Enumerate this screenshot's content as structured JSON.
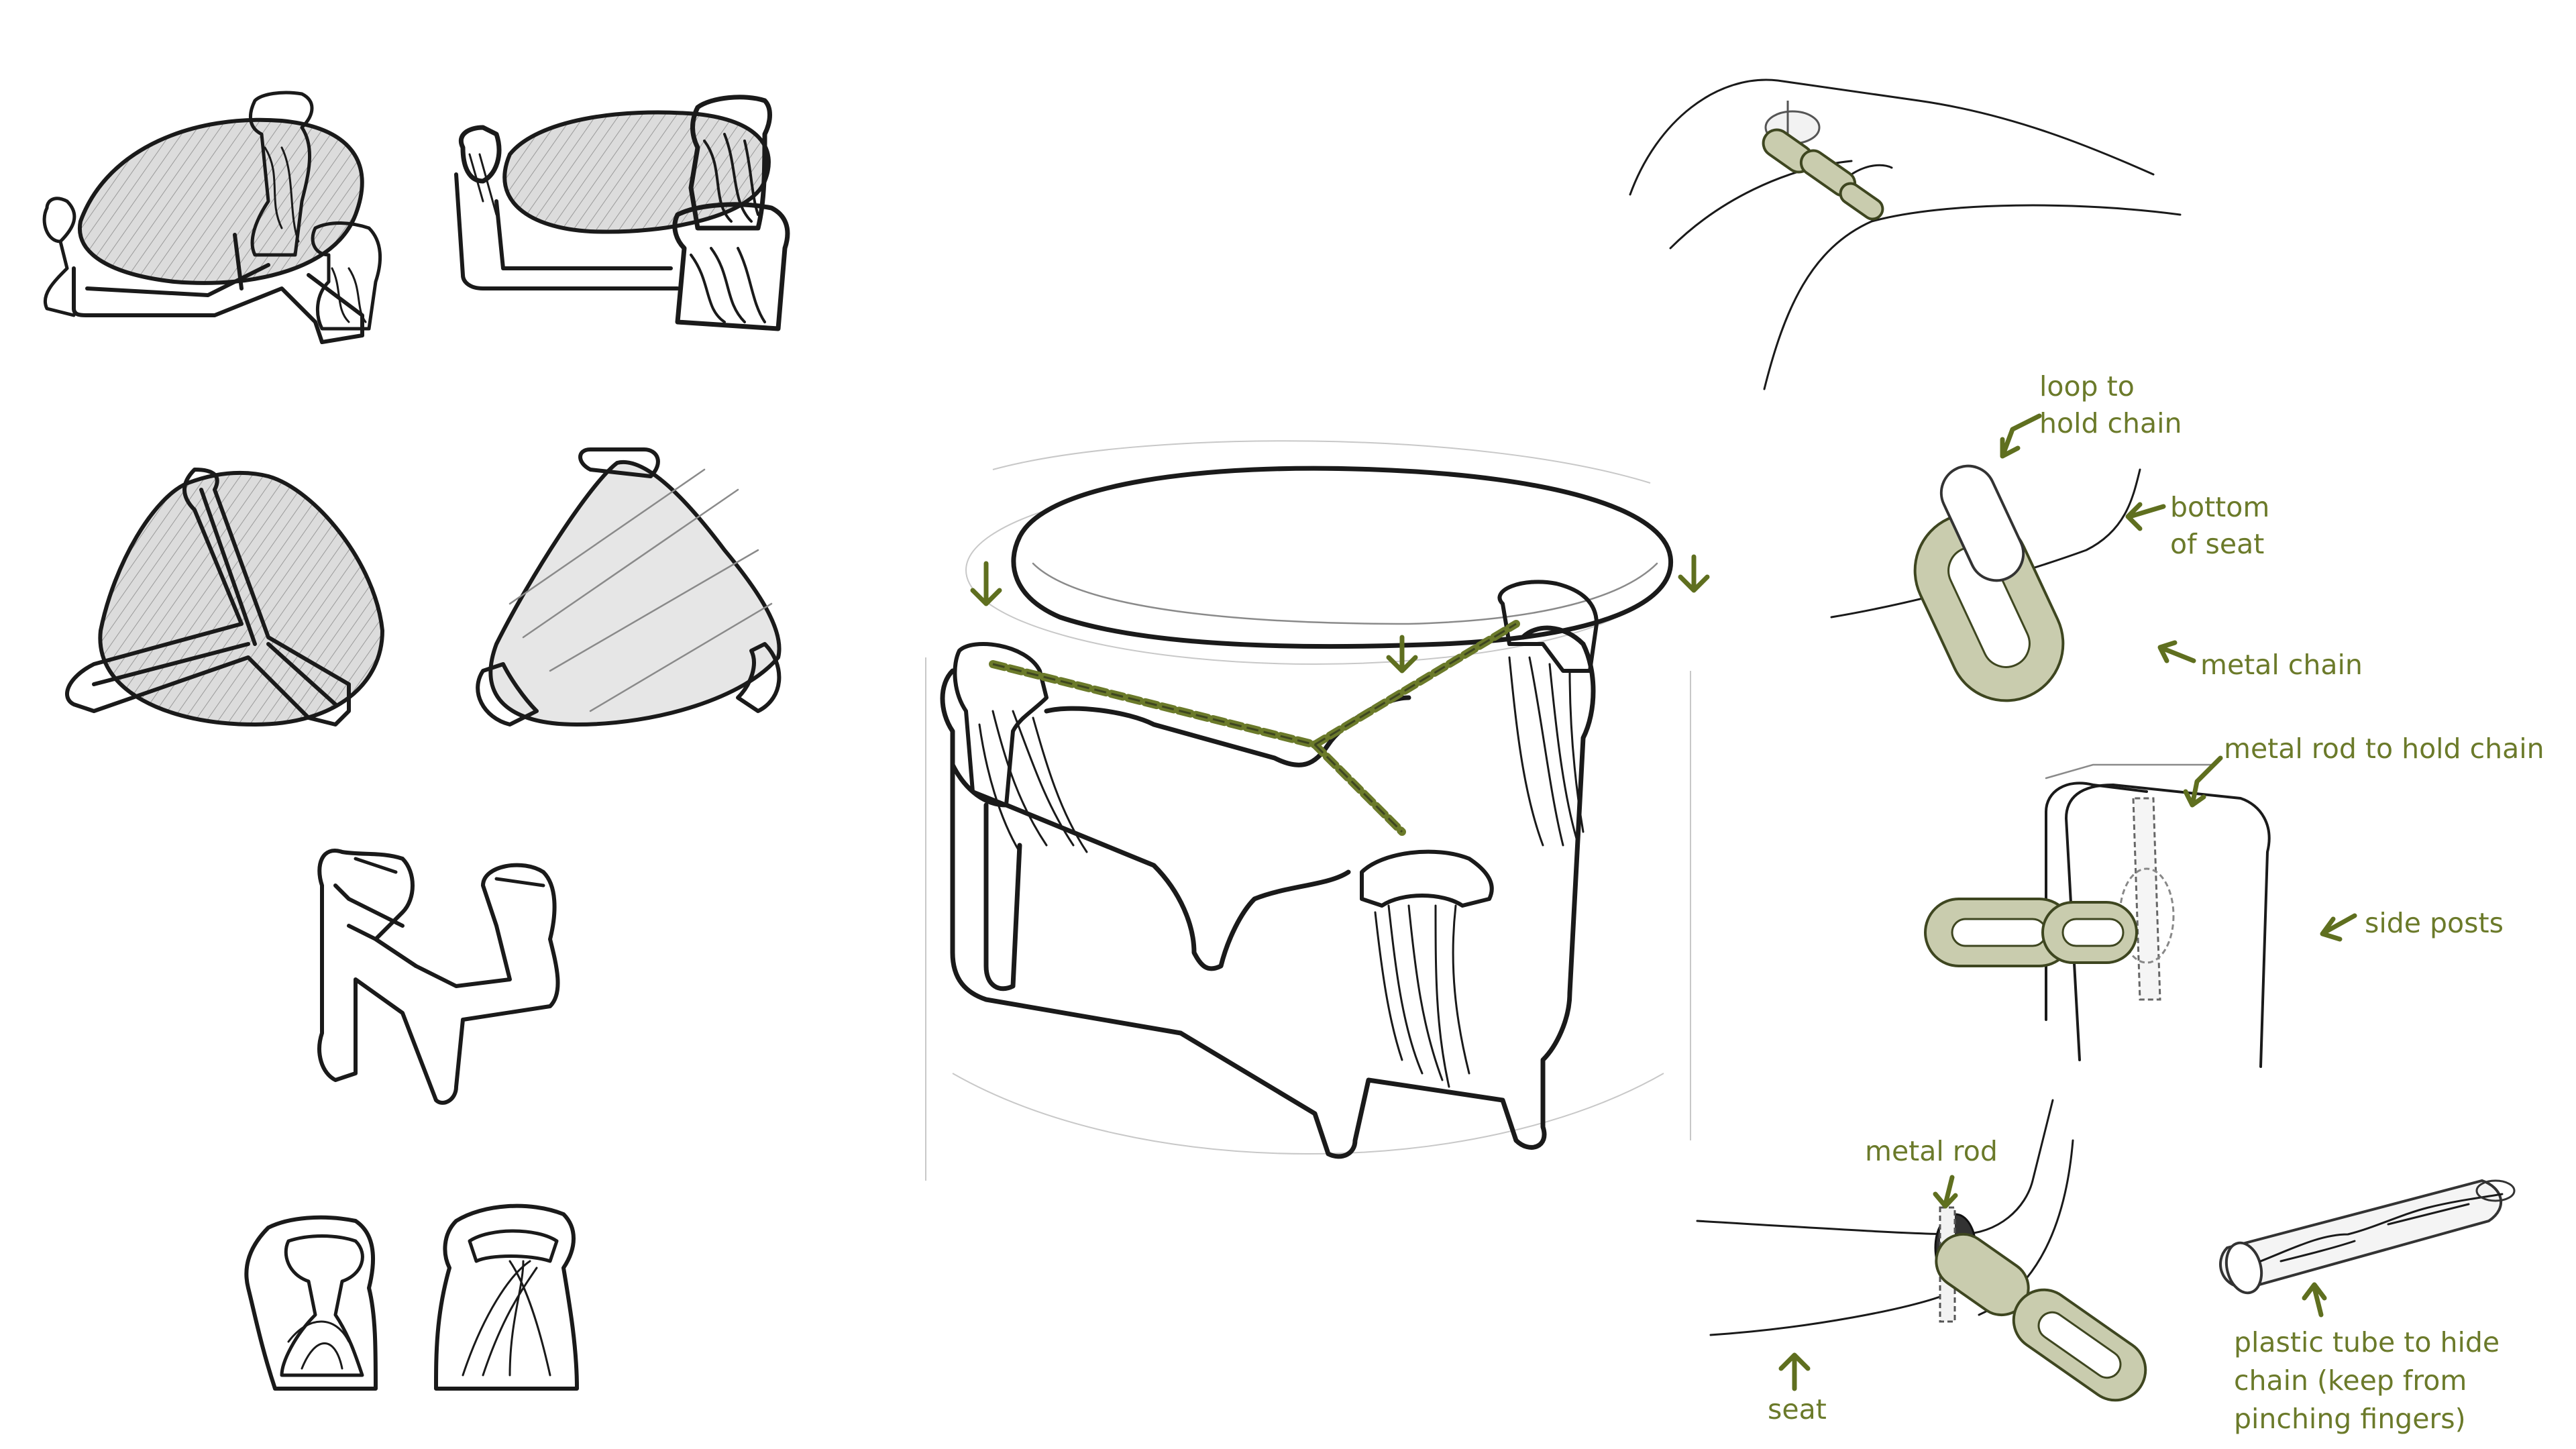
{
  "colors": {
    "annotation": "#6b7a2a",
    "chain_fill": "#c9ccae",
    "ink": "#1a1a1a",
    "shading": "#d8d8d8"
  },
  "labels": {
    "loop": [
      "loop to",
      "hold chain"
    ],
    "bottom_of_seat": [
      "bottom",
      "of seat"
    ],
    "metal_chain": "metal chain",
    "metal_rod_hold": "metal rod to hold chain",
    "side_posts": "side posts",
    "metal_rod": "metal rod",
    "seat": "seat",
    "plastic_tube": [
      "plastic tube to hide",
      "chain (keep from",
      "pinching fingers)"
    ]
  }
}
